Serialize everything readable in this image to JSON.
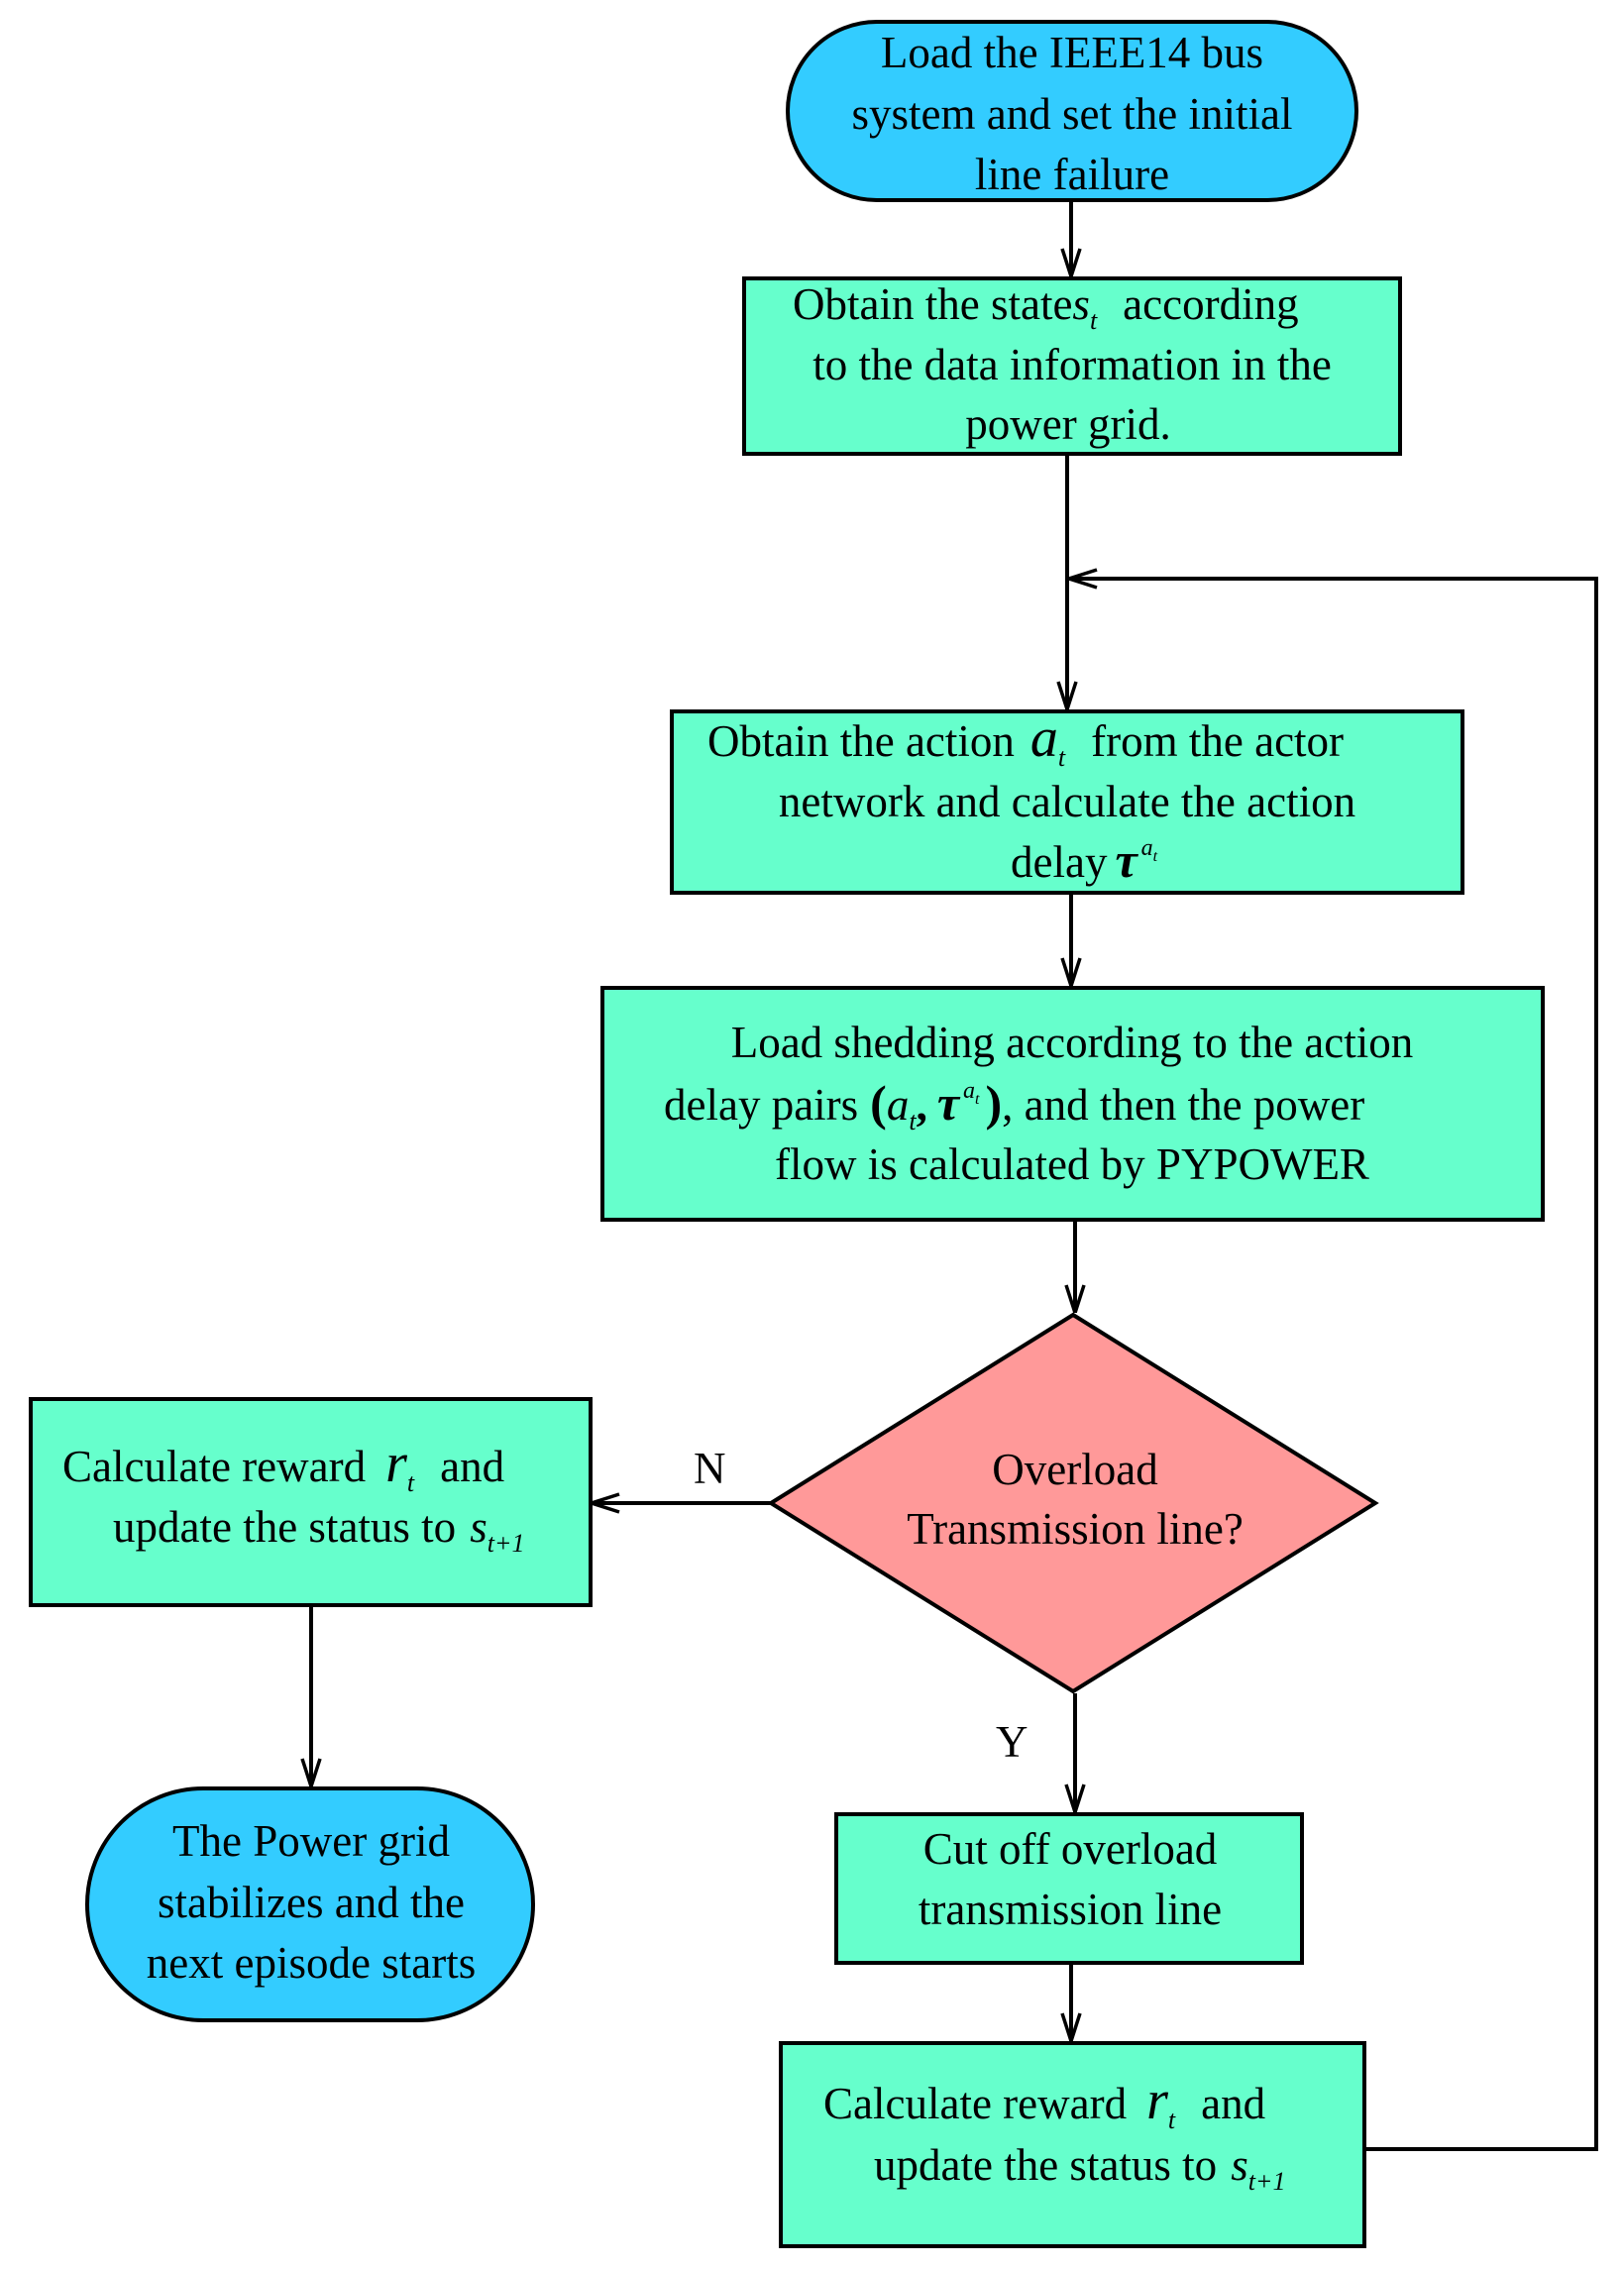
{
  "colors": {
    "terminal_fill": "#33CCFF",
    "process_fill": "#66FFCC",
    "decision_fill": "#FF9999",
    "stroke": "#000000"
  },
  "nodes": {
    "start": {
      "lines": [
        "Load the IEEE14 bus",
        "system and set the initial",
        "line failure"
      ]
    },
    "obtain_state": {
      "line1_pre": "Obtain the state",
      "line1_sym": "s",
      "line1_sub": "t",
      "line1_post": "according",
      "line2": "to the data information in the",
      "line3": "power grid."
    },
    "obtain_action": {
      "line1_pre": "Obtain the action",
      "line1_sym": "a",
      "line1_sub": "t",
      "line1_post": "from the actor",
      "line2": "network and calculate the action",
      "line3_pre": "delay",
      "line3_sym": "τ",
      "line3_sup": "a",
      "line3_supsub": "t"
    },
    "load_shedding": {
      "line1": "Load shedding according to the action",
      "line2_pre": "delay pairs",
      "line2_open": "(",
      "line2_a": "a",
      "line2_asub": "t",
      "line2_comma": ",",
      "line2_tau": "τ",
      "line2_sup": "a",
      "line2_supsub": "t",
      "line2_close": ")",
      "line2_post": ", and then the power",
      "line3": "flow is calculated by PYPOWER"
    },
    "decision": {
      "lines": [
        "Overload",
        "Transmission line?"
      ]
    },
    "reward_left": {
      "line1_pre": "Calculate reward",
      "line1_sym": "r",
      "line1_sub": "t",
      "line1_post": "and",
      "line2_pre": "update the status to",
      "line2_sym": "s",
      "line2_sub": "t+1"
    },
    "end": {
      "lines": [
        "The Power grid",
        "stabilizes and the",
        "next episode starts"
      ]
    },
    "cut_off": {
      "lines": [
        "Cut off overload",
        "transmission line"
      ]
    },
    "reward_right": {
      "line1_pre": "Calculate reward",
      "line1_sym": "r",
      "line1_sub": "t",
      "line1_post": "and",
      "line2_pre": "update the status to",
      "line2_sym": "s",
      "line2_sub": "t+1"
    }
  },
  "edge_labels": {
    "no": "N",
    "yes": "Y"
  }
}
